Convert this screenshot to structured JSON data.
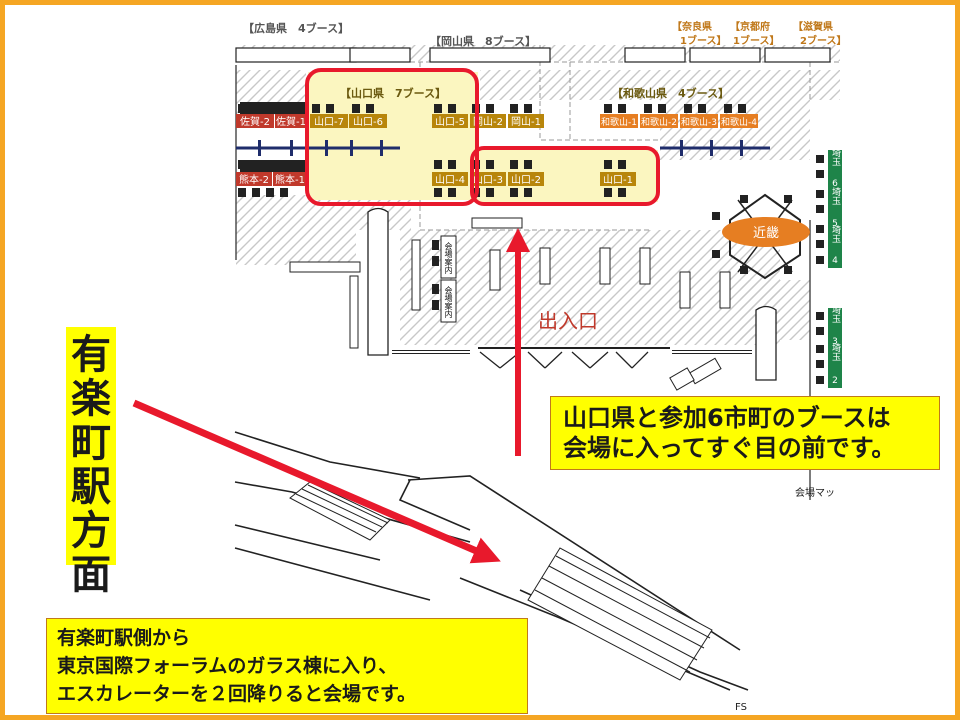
{
  "prefecture_headers": {
    "hiroshima": "【広島県　4ブース】",
    "okayama": "【岡山県　8ブース】",
    "yamaguchi": "【山口県　7ブース】",
    "wakayama": "【和歌山県　4ブース】",
    "nara": "【奈良県",
    "nara_count": "1ブース】",
    "kyoto": "【京都府",
    "kyoto_count": "1ブース】",
    "shiga": "【滋賀県",
    "shiga_count": "2ブース】"
  },
  "booths": {
    "saga1": "佐賀-1",
    "saga2": "佐賀-2",
    "kumamoto1": "熊本-1",
    "kumamoto2": "熊本-2",
    "yamaguchi1": "山口-1",
    "yamaguchi2": "山口-2",
    "yamaguchi3": "山口-3",
    "yamaguchi4": "山口-4",
    "yamaguchi5": "山口-5",
    "yamaguchi6": "山口-6",
    "yamaguchi7": "山口-7",
    "okayama1": "岡山-1",
    "okayama2": "岡山-2",
    "wakayama1": "和歌山-1",
    "wakayama2": "和歌山-2",
    "wakayama3": "和歌山-3",
    "wakayama4": "和歌山-4"
  },
  "saitama_labels": [
    "埼玉",
    "6",
    "埼玉",
    "5",
    "埼玉",
    "4"
  ],
  "saitama_labels_lower": [
    "埼玉",
    "3",
    "埼玉",
    "2"
  ],
  "info_desk_1": "会場案内",
  "info_desk_2": "会場案内",
  "kinki_label": "近畿",
  "entrance_label": "出入口",
  "map_note": "会場マッ",
  "fs_label": "FS",
  "vertical_title": [
    "有",
    "楽",
    "町",
    "駅",
    "方",
    "面"
  ],
  "callout_booth": {
    "line1": "山口県と参加6市町のブースは",
    "line2": "会場に入ってすぐ目の前です。"
  },
  "callout_route": {
    "line1": "有楽町駅側から",
    "line2": "東京国際フォーラムのガラス棟に入り、",
    "line3": "エスカレーターを２回降りると会場です。"
  },
  "colors": {
    "frame": "#f5a623",
    "highlight_red": "#e8192c",
    "arrow_red": "#e8192c",
    "callout_yellow": "#ffff00",
    "zone_fill": "#fbf6c0",
    "booth_red": "#c0392b",
    "booth_olive": "#b8860b",
    "booth_orange": "#e67e22",
    "booth_green": "#1e8449",
    "kinki_orange": "#e67e22",
    "header_orange": "#c0781a"
  }
}
